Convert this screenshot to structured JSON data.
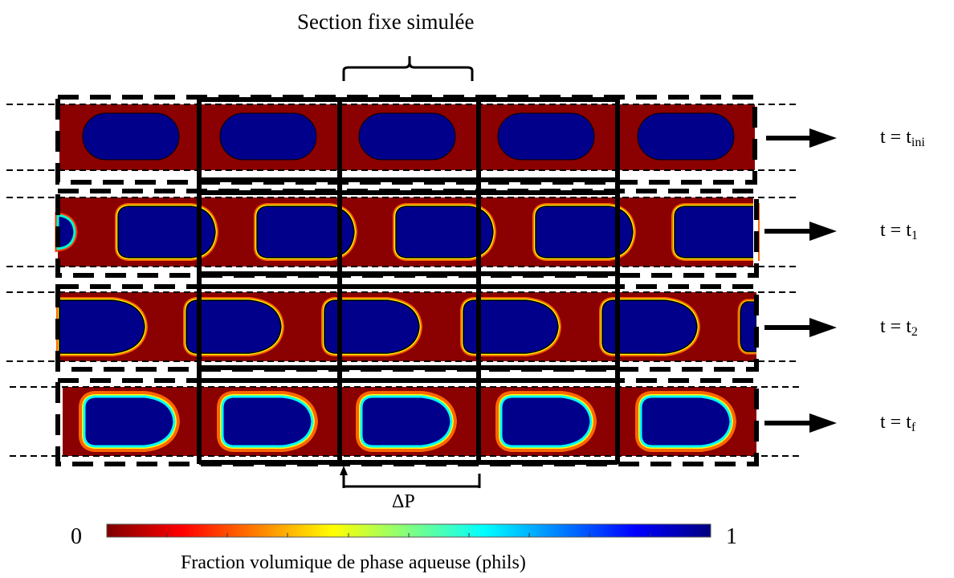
{
  "title": "Section fixe simulée",
  "time_labels": [
    {
      "prefix": "t = t",
      "sub": "ini"
    },
    {
      "prefix": "t = t",
      "sub": "1"
    },
    {
      "prefix": "t = t",
      "sub": "2"
    },
    {
      "prefix": "t = t",
      "sub": "f"
    }
  ],
  "delta_label": "ΔP",
  "colorbar": {
    "min_label": "0",
    "max_label": "1",
    "title": "Fraction volumique de phase aqueuse (phils)",
    "colors": [
      "#7f0000",
      "#ff0000",
      "#ff8000",
      "#ffff00",
      "#80ff80",
      "#00ffff",
      "#0080ff",
      "#0000ff",
      "#00007f"
    ]
  },
  "colors": {
    "continuous_phase": "#8b0000",
    "droplet_phase": "#00008b"
  }
}
